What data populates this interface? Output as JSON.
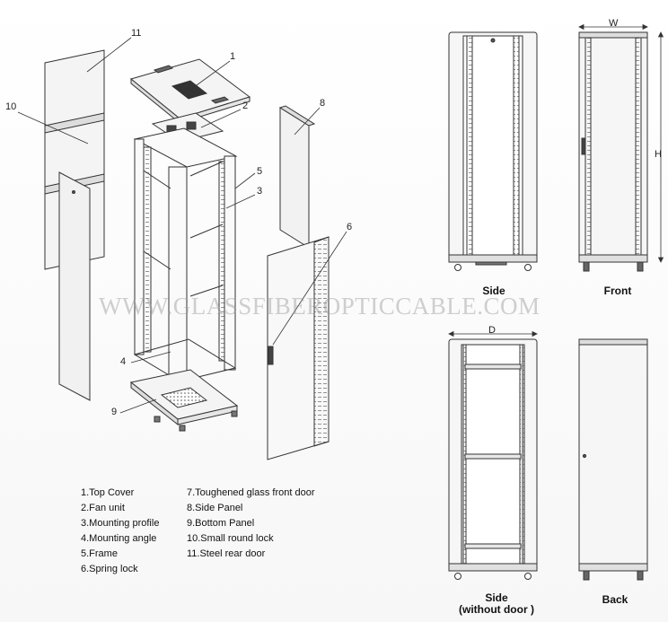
{
  "callouts": [
    "11",
    "1",
    "10",
    "2",
    "8",
    "5",
    "3",
    "6",
    "4",
    "9"
  ],
  "dimensions": {
    "width": "W",
    "height": "H",
    "depth": "D"
  },
  "views": {
    "side": "Side",
    "front": "Front",
    "side_without_door_line1": "Side",
    "side_without_door_line2": "(without door )",
    "back": "Back"
  },
  "legend": {
    "left": [
      "1.Top Cover",
      "2.Fan unit",
      "3.Mounting profile",
      "4.Mounting angle",
      "5.Frame",
      "6.Spring lock"
    ],
    "right": [
      "7.Toughened glass front door",
      "8.Side Panel",
      "9.Bottom Panel",
      "10.Small round lock",
      "11.Steel rear door"
    ]
  },
  "watermark": "WWW.GLASSFIBEROPTICCABLE.COM",
  "colors": {
    "line": "#333333",
    "panel": "#f4f4f4",
    "vent": "#444444"
  }
}
